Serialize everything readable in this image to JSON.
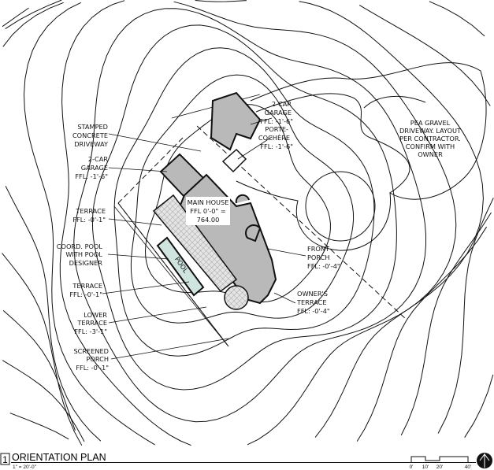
{
  "title": {
    "number": "1",
    "name": "ORIENTATION PLAN",
    "scale": "1\" = 20'-0\""
  },
  "scale_bar": {
    "ticks": [
      "0'",
      "10'",
      "20'",
      "40'"
    ]
  },
  "north_arrow": {
    "icon": "north-arrow-icon"
  },
  "labels_left": [
    {
      "lines": [
        "STAMPED",
        "CONCRETE",
        "DRIVEWAY"
      ]
    },
    {
      "lines": [
        "2-CAR",
        "GARAGE",
        "FFL: -1'-6\""
      ]
    },
    {
      "lines": [
        "TERRACE",
        "FFL: -0'-1\""
      ]
    },
    {
      "lines": [
        "COORD. POOL",
        "WITH POOL",
        "DESIGNER"
      ]
    },
    {
      "lines": [
        "TERRACE",
        "FFL: -0'-1\""
      ]
    },
    {
      "lines": [
        "LOWER",
        "TERRACE",
        "FFL: -3'-1\""
      ]
    },
    {
      "lines": [
        "SCREENED",
        "PORCH",
        "FFL: -0'-1\""
      ]
    }
  ],
  "labels_right": [
    {
      "lines": [
        "2-CAR",
        "GARAGE",
        "FFL: -1'-6\""
      ]
    },
    {
      "lines": [
        "PORTE-",
        "COCHÈRE",
        "FFL: -1'-6\""
      ]
    },
    {
      "lines": [
        "FRONT",
        "PORCH",
        "FFL: -0'-4\""
      ]
    },
    {
      "lines": [
        "OWNER'S",
        "TERRACE",
        "FFL: -0'-4\""
      ]
    },
    {
      "lines": [
        "PEA GRAVEL",
        "DRIVEWAY. LAYOUT",
        "PER CONTRACTOR.",
        "CONFIRM WITH",
        "OWNER"
      ]
    }
  ],
  "main_house": {
    "lines": [
      "MAIN HOUSE",
      "FFL 0'-0\" =",
      "764.00"
    ]
  },
  "pool": {
    "label": "POOL"
  },
  "colors": {
    "building": "#b9b9b9",
    "pool": "#cfe3df",
    "line": "#111111"
  }
}
